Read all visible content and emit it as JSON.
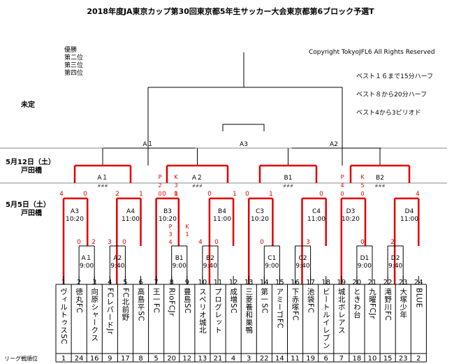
{
  "title": "2018年度JA東京カップ第30回東京都5年生サッカー大会東京都第6ブロック予選T",
  "rank_labels": [
    "優勝",
    "第二位",
    "第三位",
    "第四位"
  ],
  "copyright": "Copyright TokyoJFL6 All Rights Reserved",
  "notes": [
    "ベスト１６まで15分ハーフ",
    "ベスト８から20分ハーフ",
    "ベスト4から3ピリオド"
  ],
  "rounds": {
    "undecided": "未定",
    "may12": "5月12日（土）",
    "may12_venue": "戸田橋",
    "may5": "5月5日（土）",
    "may5_venue": "戸田橋"
  },
  "final_labels": {
    "a1": "A１",
    "a3": "A3",
    "a2": "A2"
  },
  "qf": [
    {
      "label": "A１",
      "ticks": "###"
    },
    {
      "label": "A２",
      "ticks": "###"
    },
    {
      "label": "B1",
      "ticks": "###"
    },
    {
      "label": "B2",
      "ticks": "###"
    }
  ],
  "r16": [
    {
      "label": "A3",
      "time": "10:20"
    },
    {
      "label": "A4",
      "time": "11:00"
    },
    {
      "label": "B3",
      "time": "10:20"
    },
    {
      "label": "B4",
      "time": "11:00"
    },
    {
      "label": "C3",
      "time": "10:20"
    },
    {
      "label": "C4",
      "time": "11:00"
    },
    {
      "label": "D3",
      "time": "10:20"
    },
    {
      "label": "D4",
      "time": "11:00"
    }
  ],
  "r32": [
    {
      "label": "A１",
      "time": "9:00"
    },
    {
      "label": "A2",
      "time": "9:40"
    },
    {
      "label": "B1",
      "time": "9:00"
    },
    {
      "label": "B2",
      "time": "9:40"
    },
    {
      "label": "C1",
      "time": "9:00"
    },
    {
      "label": "C2",
      "time": "9:40"
    },
    {
      "label": "D1",
      "time": "9:00"
    },
    {
      "label": "D2",
      "time": "9:40"
    }
  ],
  "scores": {
    "qf": [
      "4",
      "0",
      "2",
      "1",
      "0",
      "1",
      "0",
      "1",
      "0",
      "1",
      "0",
      "4"
    ],
    "r16_left": [
      "0",
      "2",
      "3",
      "0",
      "4",
      "0",
      "0",
      "3",
      "0",
      "2"
    ],
    "pk": [
      "P",
      "2",
      "0",
      "K",
      "3",
      "0",
      "P",
      "3",
      "4",
      "K",
      "1",
      "P",
      "4",
      "0",
      "K",
      "5",
      "0"
    ]
  },
  "teams": [
    {
      "num": "1",
      "name": "ヴィルトゥスSC",
      "rank": "1"
    },
    {
      "num": "2",
      "name": "徳丸FC",
      "rank": "24"
    },
    {
      "num": "3",
      "name": "向原シャークス",
      "rank": "16"
    },
    {
      "num": "4",
      "name": "FCレパードJr",
      "rank": "9"
    },
    {
      "num": "5",
      "name": "FC北前野",
      "rank": "17"
    },
    {
      "num": "6",
      "name": "高島平SC",
      "rank": "8"
    },
    {
      "num": "7",
      "name": "王一FC",
      "rank": "5"
    },
    {
      "num": "8",
      "name": "RioFCJr",
      "rank": "20"
    },
    {
      "num": "9",
      "name": "豊島SC",
      "rank": "12"
    },
    {
      "num": "10",
      "name": "スペリオ城北",
      "rank": "13"
    },
    {
      "num": "11",
      "name": "プログレット",
      "rank": "21"
    },
    {
      "num": "12",
      "name": "成増SC",
      "rank": "4"
    },
    {
      "num": "13",
      "name": "三菱養和巣鴨",
      "rank": "3"
    },
    {
      "num": "14",
      "name": "第一SC",
      "rank": "22"
    },
    {
      "num": "15",
      "name": "アミーゴFC",
      "rank": "14"
    },
    {
      "num": "16",
      "name": "下赤塚FC",
      "rank": "11"
    },
    {
      "num": "17",
      "name": "池袋FC",
      "rank": "19"
    },
    {
      "num": "18",
      "name": "ビートルイレブン",
      "rank": "6"
    },
    {
      "num": "19",
      "name": "城北ボレアス",
      "rank": "7"
    },
    {
      "num": "20",
      "name": "ときわ台",
      "rank": "18"
    },
    {
      "num": "21",
      "name": "九曜FCJr",
      "rank": "10"
    },
    {
      "num": "22",
      "name": "滝野川FC",
      "rank": "15"
    },
    {
      "num": "23",
      "name": "大塚少年",
      "rank": "23"
    },
    {
      "num": "24",
      "name": "BLUE",
      "rank": "2"
    }
  ],
  "rank_row_label": "リーグ戦順位",
  "colors": {
    "winner_line": "#e00000",
    "line": "#000000",
    "score": "#e00000",
    "divider": "#888888"
  }
}
